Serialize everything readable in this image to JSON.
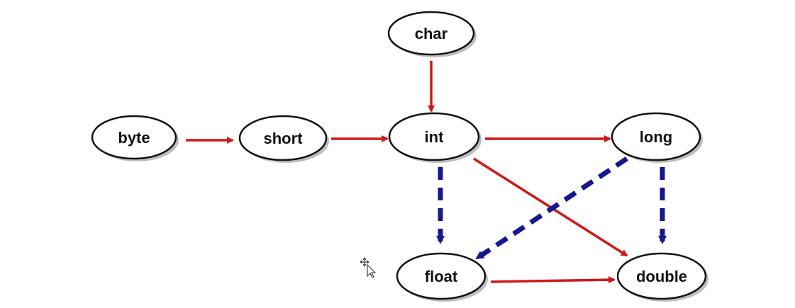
{
  "diagram": {
    "colors": {
      "background": "#ffffff",
      "node_fill": "#ffffff",
      "node_stroke": "#111111",
      "node_shadow": "#bdbdbd",
      "text": "#111111",
      "lossless_arrow": "#d01818",
      "lossy_arrow": "#17178f"
    },
    "nodes": {
      "byte": {
        "label": "byte"
      },
      "short": {
        "label": "short"
      },
      "char": {
        "label": "char"
      },
      "int": {
        "label": "int"
      },
      "long": {
        "label": "long"
      },
      "float": {
        "label": "float"
      },
      "double": {
        "label": "double"
      }
    },
    "edges": [
      {
        "from": "byte",
        "to": "short",
        "style": "solid-red"
      },
      {
        "from": "short",
        "to": "int",
        "style": "solid-red"
      },
      {
        "from": "char",
        "to": "int",
        "style": "solid-red"
      },
      {
        "from": "int",
        "to": "long",
        "style": "solid-red"
      },
      {
        "from": "int",
        "to": "double",
        "style": "solid-red"
      },
      {
        "from": "float",
        "to": "double",
        "style": "solid-red"
      },
      {
        "from": "int",
        "to": "float",
        "style": "dashed-blue"
      },
      {
        "from": "long",
        "to": "float",
        "style": "dashed-blue"
      },
      {
        "from": "long",
        "to": "double",
        "style": "dashed-blue"
      }
    ]
  },
  "cursor": {
    "icon": "move-cursor-icon"
  }
}
